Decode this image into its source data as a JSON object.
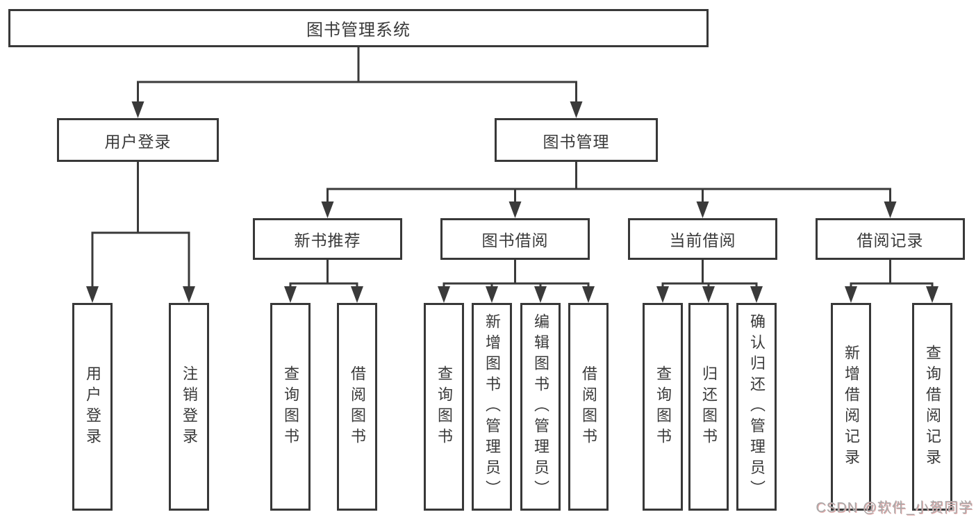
{
  "diagram": {
    "title_node": {
      "label": "图书管理系统"
    },
    "level2": [
      {
        "label": "用户登录"
      },
      {
        "label": "图书管理"
      }
    ],
    "level3": [
      {
        "label": "新书推荐",
        "parent": "图书管理"
      },
      {
        "label": "图书借阅",
        "parent": "图书管理"
      },
      {
        "label": "当前借阅",
        "parent": "图书管理"
      },
      {
        "label": "借阅记录",
        "parent": "图书管理"
      }
    ],
    "leaves": [
      {
        "label": "用户登录",
        "parent": "用户登录"
      },
      {
        "label": "注销登录",
        "parent": "用户登录"
      },
      {
        "label": "查询图书",
        "parent": "新书推荐"
      },
      {
        "label": "借阅图书",
        "parent": "新书推荐"
      },
      {
        "label": "查询图书",
        "parent": "图书借阅"
      },
      {
        "label": "新增图书（管理员）",
        "parent": "图书借阅"
      },
      {
        "label": "编辑图书（管理员）",
        "parent": "图书借阅"
      },
      {
        "label": "借阅图书",
        "parent": "图书借阅"
      },
      {
        "label": "查询图书",
        "parent": "当前借阅"
      },
      {
        "label": "归还图书",
        "parent": "当前借阅"
      },
      {
        "label": "确认归还（管理员）",
        "parent": "当前借阅"
      },
      {
        "label": "新增借阅记录",
        "parent": "借阅记录"
      },
      {
        "label": "查询借阅记录",
        "parent": "借阅记录"
      }
    ],
    "colors": {
      "line": "#3a3a3a",
      "border": "#383838",
      "text": "#3a3a3a",
      "background": "#ffffff"
    }
  },
  "watermark": {
    "text": "CSDN @软件_小贺同学"
  }
}
